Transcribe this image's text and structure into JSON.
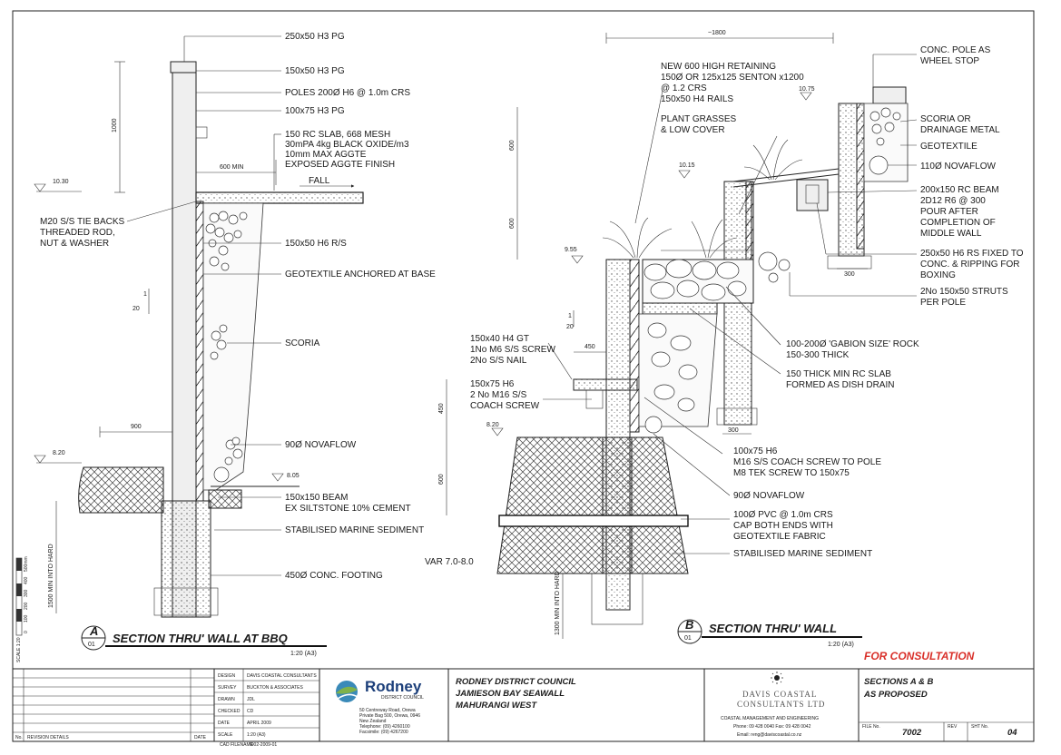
{
  "sectionA": {
    "labels": {
      "top_rail": "250x50 H3 PG",
      "rail2": "150x50 H3 PG",
      "poles": "POLES 200Ø H6 @ 1.0m CRS",
      "rail3": "100x75 H3 PG",
      "slab1": "150 RC SLAB, 668 MESH",
      "slab2": "30mPA 4kg BLACK OXIDE/m3",
      "slab3": "10mm MAX AGGTE",
      "slab4": "EXPOSED AGGTE FINISH",
      "fall": "FALL",
      "tie1": "M20 S/S TIE BACKS",
      "tie2": "THREADED ROD,",
      "tie3": "NUT & WASHER",
      "rs": "150x50 H6 R/S",
      "geo": "GEOTEXTILE ANCHORED AT BASE",
      "scoria": "SCORIA",
      "nova": "90Ø NOVAFLOW",
      "beam1": "150x150 BEAM",
      "beam2": "EX SILTSTONE 10% CEMENT",
      "sediment": "STABILISED MARINE SEDIMENT",
      "footing": "450Ø CONC. FOOTING"
    },
    "dims": {
      "d1000": "1000",
      "d600min": "600 MIN",
      "d900": "900",
      "d1500": "1500 MIN INTO HARD",
      "slope_top": "1",
      "slope_bot": "20"
    },
    "levels": {
      "l1": "10.30",
      "l2": "8.20",
      "l3": "8.05"
    },
    "title": "SECTION THRU' WALL AT BBQ",
    "letter": "A",
    "number": "01",
    "scale": "1:20 (A3)"
  },
  "sectionB": {
    "labels": {
      "retain1": "NEW 600 HIGH RETAINING",
      "retain2": "150Ø OR 125x125 SENTON x1200",
      "retain3": "@ 1.2 CRS",
      "retain4": "150x50 H4 RAILS",
      "plant1": "PLANT GRASSES",
      "plant2": "& LOW COVER",
      "pole1": "CONC. POLE AS",
      "pole2": "WHEEL STOP",
      "scoria1": "SCORIA OR",
      "scoria2": "DRAINAGE METAL",
      "geo": "GEOTEXTILE",
      "nova110": "110Ø NOVAFLOW",
      "beam1": "200x150 RC BEAM",
      "beam2": "2D12 R6 @ 300",
      "beam3": "POUR AFTER",
      "beam4": "COMPLETION OF",
      "beam5": "MIDDLE WALL",
      "rs1": "250x50 H6 RS FIXED TO",
      "rs2": "CONC. & RIPPING FOR",
      "rs3": "BOXING",
      "struts1": "2No 150x50 STRUTS",
      "struts2": "PER POLE",
      "gt1": "150x40 H4 GT",
      "gt2": "1No M6 S/S SCREW",
      "gt3": "2No S/S NAIL",
      "h61": "150x75 H6",
      "h62": "2 No M16 S/S",
      "h63": "COACH SCREW",
      "rock1": "100-200Ø 'GABION SIZE' ROCK",
      "rock2": "150-300 THICK",
      "slab1": "150 THICK MIN RC SLAB",
      "slab2": "FORMED AS DISH DRAIN",
      "cs1": "100x75 H6",
      "cs2": "M16 S/S COACH SCREW TO POLE",
      "cs3": "M8 TEK SCREW TO 150x75",
      "nova90": "90Ø NOVAFLOW",
      "pvc1": "100Ø PVC @ 1.0m CRS",
      "pvc2": "CAP BOTH ENDS WITH",
      "pvc3": "GEOTEXTILE FABRIC",
      "sediment": "STABILISED MARINE SEDIMENT",
      "var": "VAR 7.0-8.0"
    },
    "dims": {
      "d1800": "~1800",
      "d600a": "600",
      "d600b": "600",
      "d450a": "450",
      "d450b": "450",
      "d600c": "600",
      "d300a": "300",
      "d300b": "300",
      "d1300": "1300 MIN INTO HARD",
      "slope_top": "1",
      "slope_bot": "20"
    },
    "levels": {
      "l1": "10.75",
      "l2": "10.15",
      "l3": "9.55",
      "l4": "8.20"
    },
    "title": "SECTION THRU' WALL",
    "letter": "B",
    "number": "01",
    "scale": "1:20 (A3)"
  },
  "consultation": "FOR CONSULTATION",
  "title_block": {
    "design_k": "DESIGN",
    "design_v": "DAVIS COASTAL CONSULTANTS",
    "survey_k": "SURVEY",
    "survey_v": "BUCKTON & ASSOCIATES",
    "drawn_k": "DRAWN",
    "drawn_v": "JDL",
    "checked_k": "CHECKED",
    "checked_v": "CD",
    "date_k": "DATE",
    "date_v": "APRIL 2009",
    "scale_k": "SCALE",
    "scale_v": "1:20 (A3)",
    "cad_k": "CAD FILENAME",
    "cad_v": "7002-2009-01",
    "rev_k": "REVISION DETAILS",
    "date2_k": "DATE",
    "no_k": "No.",
    "council_name": "Rodney",
    "council_sub": "DISTRICT COUNCIL",
    "council_addr1": "50 Centreway Road, Orewa",
    "council_addr2": "Private Bag 500, Orewa, 0946",
    "council_addr3": "New Zealand",
    "council_tel": "Telephone: (09) 4260100",
    "council_fax": "Facsimile: (09) 4267200",
    "project1": "RODNEY DISTRICT COUNCIL",
    "project2": "JAMIESON BAY SEAWALL",
    "project3": "MAHURANGI WEST",
    "dcc1": "DAVIS COASTAL",
    "dcc2": "CONSULTANTS LTD",
    "dcc3": "COASTAL MANAGEMENT AND ENGINEERING",
    "dcc4": "Phone: 09 428 0040   Fax: 09 428 0042",
    "dcc5": "Email: reng@daviscoastal.co.nz",
    "sheet_title1": "SECTIONS A & B",
    "sheet_title2": "AS PROPOSED",
    "file_k": "FILE No.",
    "file_v": "7002",
    "rev2_k": "REV",
    "sht_k": "SHT No.",
    "sht_v": "04"
  },
  "scale_bar": {
    "label": "SCALE 1:20",
    "ticks": [
      "0",
      "100",
      "200",
      "300",
      "400",
      "500mm"
    ]
  }
}
